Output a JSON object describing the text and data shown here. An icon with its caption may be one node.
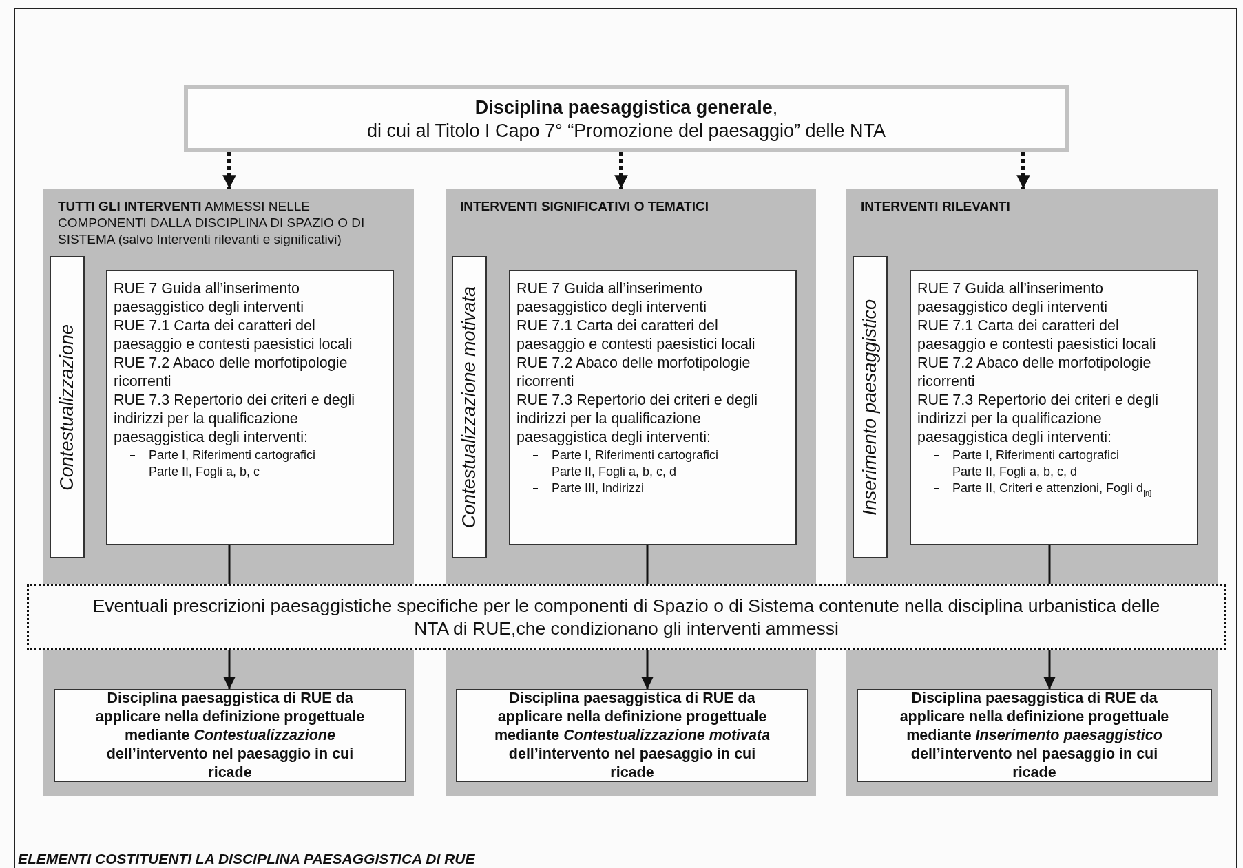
{
  "diagram": {
    "caption": "ELEMENTI COSTITUENTI LA DISCIPLINA PAESAGGISTICA DI RUE",
    "nodes": [
      {
        "text": [
          "**Disciplina paesaggistica generale**,",
          "di cui al Titolo I Capo 7° “Promozione del paesaggio” delle NTA"
        ]
      },
      {
        "text": [
          "**TUTTI GLI INTERVENTI** AMMESSI NELLE COMPONENTI DALLA DISCIPLINA DI SPAZIO O DI SISTEMA (salvo Interventi rilevanti e significativi)"
        ]
      },
      {
        "text": [
          "Contestualizzazione"
        ],
        "in": 1
      },
      {
        "text": [
          "RUE 7 Guida all’inserimento paesaggistico degli interventi",
          "RUE 7.1 Carta dei caratteri del paesaggio e contesti paesistici locali",
          "RUE 7.2 Abaco delle morfotipologie ricorrenti",
          "RUE 7.3 Repertorio dei criteri e degli indirizzi per la qualificazione paesaggistica degli interventi:",
          "Parte I, Riferimenti cartografici",
          "Parte II, Fogli a, b, c"
        ],
        "in": 1
      },
      {
        "text": [
          "Disciplina paesaggistica di RUE da applicare nella definizione progettuale mediante *Contestualizzazione* dell’intervento nel paesaggio in cui ricade"
        ],
        "in": 1
      },
      {
        "text": [
          "INTERVENTI SIGNIFICATIVI O TEMATICI"
        ]
      },
      {
        "text": [
          "Contestualizzazione motivata"
        ],
        "in": 5
      },
      {
        "text": [
          "RUE 7 Guida all’inserimento paesaggistico degli interventi",
          "RUE 7.1 Carta dei caratteri del paesaggio e contesti paesistici locali",
          "RUE 7.2 Abaco delle morfotipologie ricorrenti",
          "RUE 7.3 Repertorio dei criteri e degli indirizzi per la qualificazione paesaggistica degli interventi:",
          "Parte I, Riferimenti cartografici",
          "Parte II, Fogli a, b, c, d",
          "Parte III, Indirizzi"
        ],
        "in": 5
      },
      {
        "text": [
          "Disciplina paesaggistica di RUE da applicare nella definizione progettuale mediante *Contestualizzazione motivata* dell’intervento nel paesaggio in cui ricade"
        ],
        "in": 5
      },
      {
        "text": [
          "INTERVENTI RILEVANTI"
        ]
      },
      {
        "text": [
          "Inserimento paesaggistico"
        ],
        "in": 9
      },
      {
        "text": [
          "RUE 7 Guida all’inserimento paesaggistico degli interventi",
          "RUE 7.1 Carta dei caratteri del paesaggio e contesti paesistici locali",
          "RUE 7.2 Abaco delle morfotipologie ricorrenti",
          "RUE 7.3 Repertorio dei criteri e degli indirizzi per la qualificazione paesaggistica degli interventi:",
          "Parte I, Riferimenti cartografici",
          "Parte II, Fogli a, b, c, d",
          "Parte II, Criteri e attenzioni, Fogli d$_{[n]}$"
        ],
        "in": 9
      },
      {
        "text": [
          "Disciplina paesaggistica di RUE da applicare nella definizione progettuale mediante *Inserimento paesaggistico* dell’intervento nel paesaggio in cui ricade"
        ],
        "in": 9
      },
      {
        "text": [
          "Eventuali prescrizioni paesaggistiche specifiche per le componenti di Spazio o di Sistema contenute nella disciplina urbanistica delle NTA di RUE,che condizionano gli interventi ammessi"
        ]
      }
    ],
    "edges": [
      {
        "from": 0,
        "to": 1,
        "arrow": "to",
        "style": "dashed"
      },
      {
        "from": 0,
        "to": 5,
        "arrow": "to",
        "style": "dashed"
      },
      {
        "from": 0,
        "to": 9,
        "arrow": "to",
        "style": "dashed"
      },
      {
        "from": 3,
        "to": 13,
        "arrow": "none"
      },
      {
        "from": 7,
        "to": 13,
        "arrow": "none"
      },
      {
        "from": 11,
        "to": 13,
        "arrow": "none"
      },
      {
        "from": 13,
        "to": 4,
        "arrow": "to"
      },
      {
        "from": 13,
        "to": 8,
        "arrow": "to"
      },
      {
        "from": 13,
        "to": 12,
        "arrow": "to"
      }
    ]
  }
}
